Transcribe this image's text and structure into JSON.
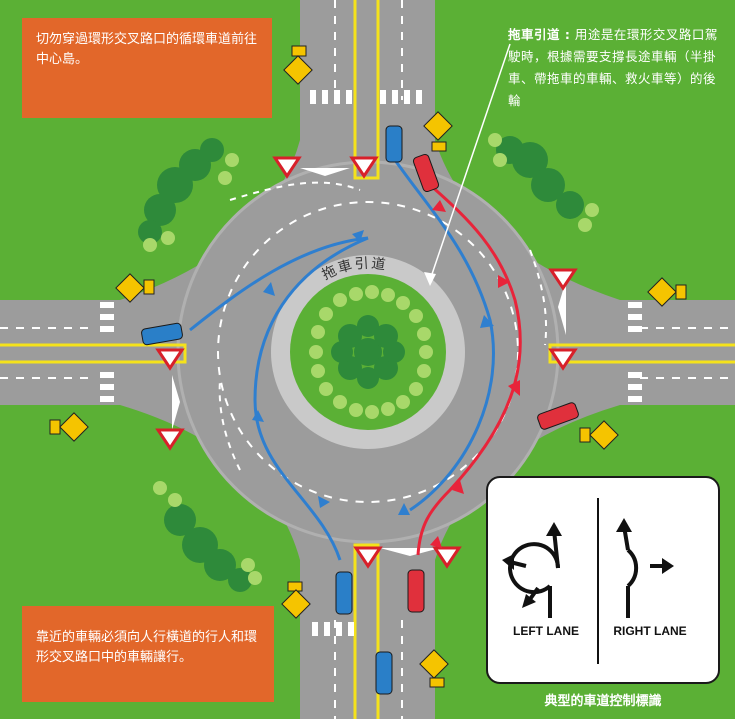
{
  "notes": {
    "top": "切勿穿過環形交叉路口的循環車道前往中心島。",
    "bottom": "靠近的車輛必須向人行橫道的行人和環形交叉路口中的車輛讓行。",
    "towing_title": "拖車引道 :",
    "towing_body": "用途是在環形交叉路口駕駛時，根據需要支撐長途車輛（半掛車、帶拖車的車輛、救火車等）的後輪"
  },
  "island_label": "拖車引道",
  "yield_text": "YIELD",
  "sign": {
    "left_lane": "LEFT LANE",
    "right_lane": "RIGHT LANE",
    "caption": "典型的車道控制標識"
  },
  "colors": {
    "grass": "#5bb035",
    "road": "#9c9c9c",
    "apron": "#c9c9c9",
    "note_bg": "#e2672a",
    "left_path": "#2f7fcf",
    "right_path": "#e8243a",
    "yellow_line": "#f5e21b",
    "warning_sign": "#f5c400"
  },
  "cars": {
    "blue": "#2a7fc8",
    "red": "#e0303c"
  },
  "icons": [
    "yield-sign",
    "pedestrian-crossing-sign",
    "roundabout-arrow-sign",
    "tree",
    "car"
  ]
}
